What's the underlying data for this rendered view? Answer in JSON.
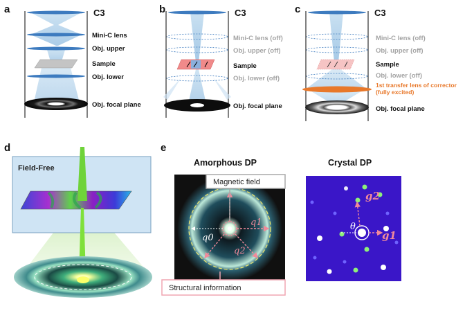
{
  "panel_a": {
    "letter": "a",
    "c3": "C3",
    "labels": [
      "Mini-C lens",
      "Obj. upper",
      "Sample",
      "Obj. lower",
      "Obj. focal plane"
    ]
  },
  "panel_b": {
    "letter": "b",
    "c3": "C3",
    "mini_c": "Mini-C lens (off)",
    "obj_upper": "Obj. upper (off)",
    "sample": "Sample",
    "obj_lower": "Obj. lower (off)",
    "focal": "Obj. focal plane"
  },
  "panel_c": {
    "letter": "c",
    "c3": "C3",
    "mini_c": "Mini-C lens (off)",
    "obj_upper": "Obj. upper (off)",
    "sample": "Sample",
    "obj_lower": "Obj. lower (off)",
    "corrector_line1": "1st transfer lens of corrector",
    "corrector_line2": "(fully excited)",
    "focal": "Obj. focal plane"
  },
  "panel_d": {
    "letter": "d",
    "field_free": "Field-Free"
  },
  "panel_e": {
    "letter": "e",
    "amorphous_title": "Amorphous DP",
    "crystal_title": "Crystal DP",
    "magnetic_field": "Magnetic field",
    "structural_information": "Structural information",
    "q0": "q0",
    "q1": "q1",
    "q2": "q2",
    "g1": "g1",
    "g2": "g2",
    "theta": "θ"
  },
  "colors": {
    "lens": "#3d7bbf",
    "beam": "#a9cde8",
    "corrector": "#e8782a",
    "crystal_bg": "#3a16c8",
    "arrow_pink": "#f08a9a",
    "field_free_bg": "#cfe4f4"
  }
}
